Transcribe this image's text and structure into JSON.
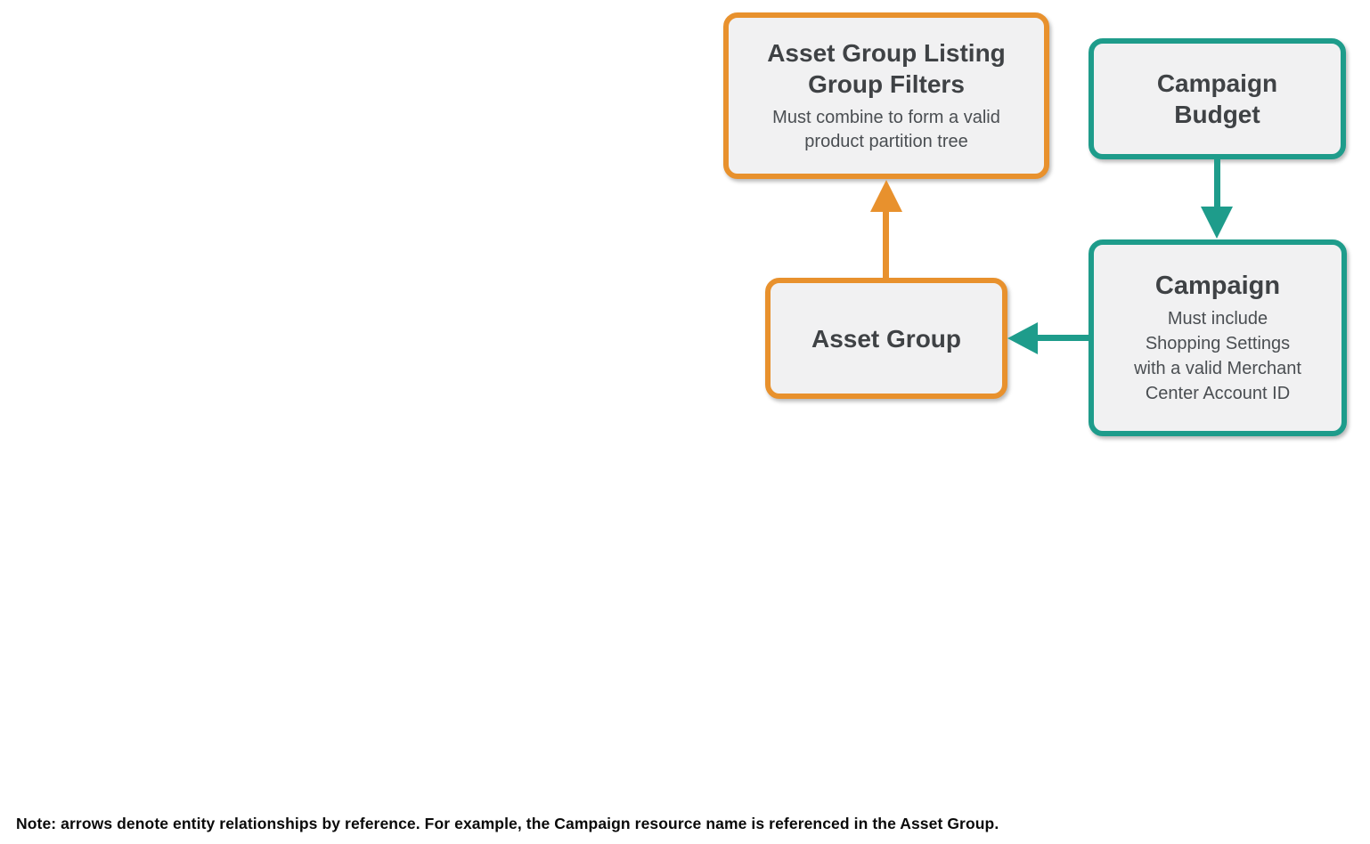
{
  "colors": {
    "orange": "#E8912D",
    "teal": "#1E9C8B",
    "node_fill": "#F1F1F2",
    "title_text": "#3F4245",
    "subtitle_text": "#4A4E52",
    "note_text": "#0A0A0A"
  },
  "nodes": {
    "listing_filters": {
      "title": "Asset Group Listing\nGroup Filters",
      "subtitle": "Must combine to form a valid\nproduct partition tree",
      "border_color": "#E8912D"
    },
    "campaign_budget": {
      "title": "Campaign\nBudget",
      "border_color": "#1E9C8B"
    },
    "campaign": {
      "title": "Campaign",
      "subtitle": "Must include\nShopping Settings\nwith a valid Merchant\nCenter Account ID",
      "border_color": "#1E9C8B"
    },
    "asset_group": {
      "title": "Asset Group",
      "border_color": "#E8912D"
    }
  },
  "edges": [
    {
      "from": "Asset Group",
      "to": "Asset Group Listing Group Filters",
      "color": "#E8912D",
      "direction": "up"
    },
    {
      "from": "Campaign Budget",
      "to": "Campaign",
      "color": "#1E9C8B",
      "direction": "down"
    },
    {
      "from": "Campaign",
      "to": "Asset Group",
      "color": "#1E9C8B",
      "direction": "left"
    }
  ],
  "note": "Note: arrows denote entity relationships by reference. For example, the Campaign resource name is referenced in the Asset Group."
}
